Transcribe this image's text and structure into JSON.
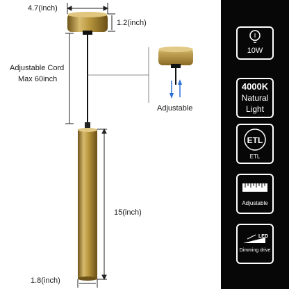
{
  "dimensions": {
    "canopy_width": "4.7(inch)",
    "canopy_height": "1.2(inch)",
    "cord_line1": "Adjustable Cord",
    "cord_line2": "Max 60inch",
    "tube_length": "15(inch)",
    "tube_diameter": "1.8(inch)"
  },
  "inset": {
    "caption": "Adjustable"
  },
  "features": {
    "wattage": "10W",
    "color_temp": "4000K",
    "light_line1": "Natural",
    "light_line2": "Light",
    "certification": "ETL",
    "adjustable": "Adjustable",
    "led": "LED",
    "dimming": "Dimming drive"
  },
  "colors": {
    "gold": "#b8963e",
    "gold_dark": "#7a5e1c",
    "panel": "#070707"
  }
}
